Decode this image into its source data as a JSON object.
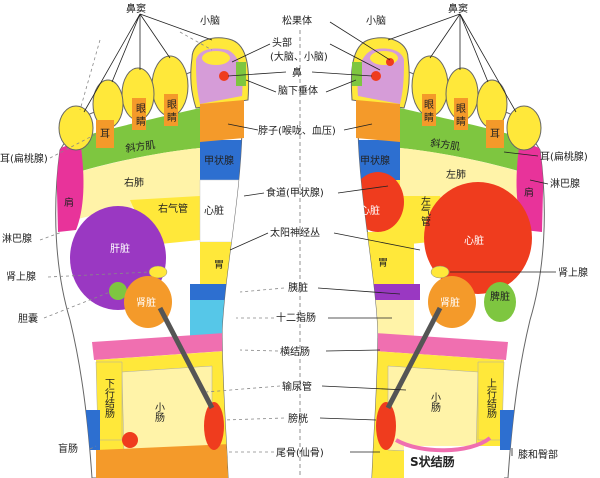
{
  "labels": {
    "nasal_sinus_left": "鼻窦",
    "nasal_sinus_right": "鼻窦",
    "cerebellum_left": "小脑",
    "cerebellum_right": "小脑",
    "pineal": "松果体",
    "head_brain": "头部",
    "head_brain_sub": "(大脑、小脑)",
    "nose": "鼻",
    "pituitary": "脑下垂体",
    "neck": "脖子(喉咙、血压)",
    "esophagus": "食道(甲状腺)",
    "solar_plexus": "太阳神经丛",
    "pancreas": "胰脏",
    "duodenum": "十二指肠",
    "transverse_colon": "横结肠",
    "ureter": "输尿管",
    "bladder": "膀胱",
    "coccyx": "尾骨(仙骨)",
    "ear_tonsil_left": "耳(扁桃腺)",
    "ear_tonsil_right": "耳(扁桃腺)",
    "lymph_left": "淋巴腺",
    "lymph_right": "淋巴腺",
    "adrenal_left": "肾上腺",
    "adrenal_right": "肾上腺",
    "gallbladder": "胆囊",
    "appendix": "盲肠",
    "knee_hip": "膝和臀部",
    "sigmoid_colon": "S状结肠"
  },
  "zones": {
    "ear": "耳",
    "eye": "眼",
    "eye_char2": "睛",
    "trapezius": "斜方肌",
    "right_lung": "右肺",
    "left_lung": "左肺",
    "right_bronchus": "右气管",
    "left_bronchus": "左气管",
    "shoulder": "肩",
    "thyroid": "甲状腺",
    "heart": "心脏",
    "liver": "肝脏",
    "stomach": "胃",
    "kidney": "肾脏",
    "spleen": "脾脏",
    "small_intestine": "小肠",
    "descending_colon": "下行结肠",
    "ascending_colon": "上行结肠"
  },
  "colors": {
    "yellow": "#ffe83a",
    "orange": "#f49a2a",
    "red": "#ef3c1e",
    "purple": "#9a38c2",
    "blue": "#2d6fd0",
    "green": "#7ec640",
    "pink": "#f06fb0",
    "magenta": "#e8339a",
    "lavender": "#d69cd8",
    "cyan": "#56c7e8",
    "lightgreen": "#d8ee9c",
    "olive": "#b3c23a",
    "cream": "#fff3a8",
    "gray": "#b8b8b8"
  }
}
